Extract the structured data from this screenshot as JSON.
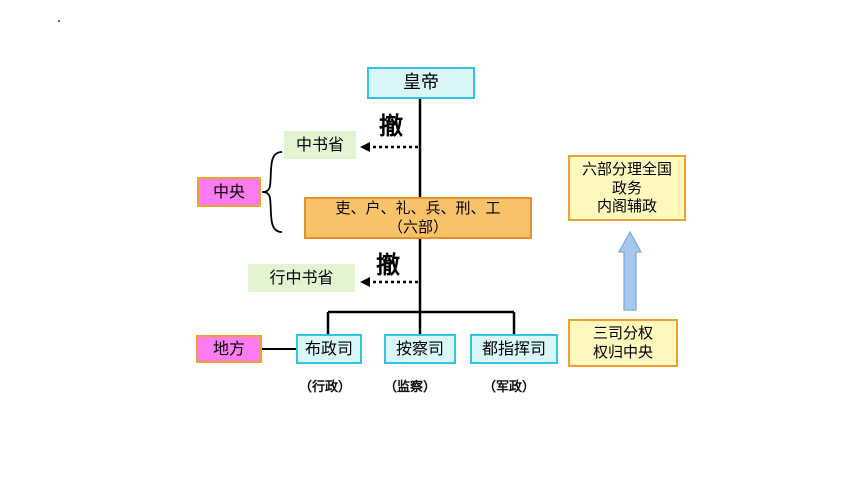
{
  "nodes": {
    "emperor": "皇帝",
    "zhongshu": "中书省",
    "central": "中央",
    "six_ministries_line1": "吏、户、礼、兵、刑、工",
    "six_ministries_line2": "（六部）",
    "xingzhongshu": "行中书省",
    "local": "地方",
    "buzhengsi": "布政司",
    "anchasi": "按察司",
    "duzhihuisi": "都指挥司",
    "right_top_line1": "六部分理全国",
    "right_top_line2": "政务",
    "right_top_line3": "内阁辅政",
    "right_bottom_line1": "三司分权",
    "right_bottom_line2": "权归中央"
  },
  "labels": {
    "abolish_1": "撤",
    "abolish_2": "撤",
    "admin": "（行政）",
    "supervision": "（监察）",
    "military": "（军政）"
  },
  "colors": {
    "cyan_border": "#33c3e0",
    "pink_fill": "#fb7cf0",
    "orange_fill": "#f8c26b",
    "yellow_fill": "#fff9bf",
    "green_fill": "#e3f4d3",
    "arrow_blue": "#a6c8ee"
  }
}
